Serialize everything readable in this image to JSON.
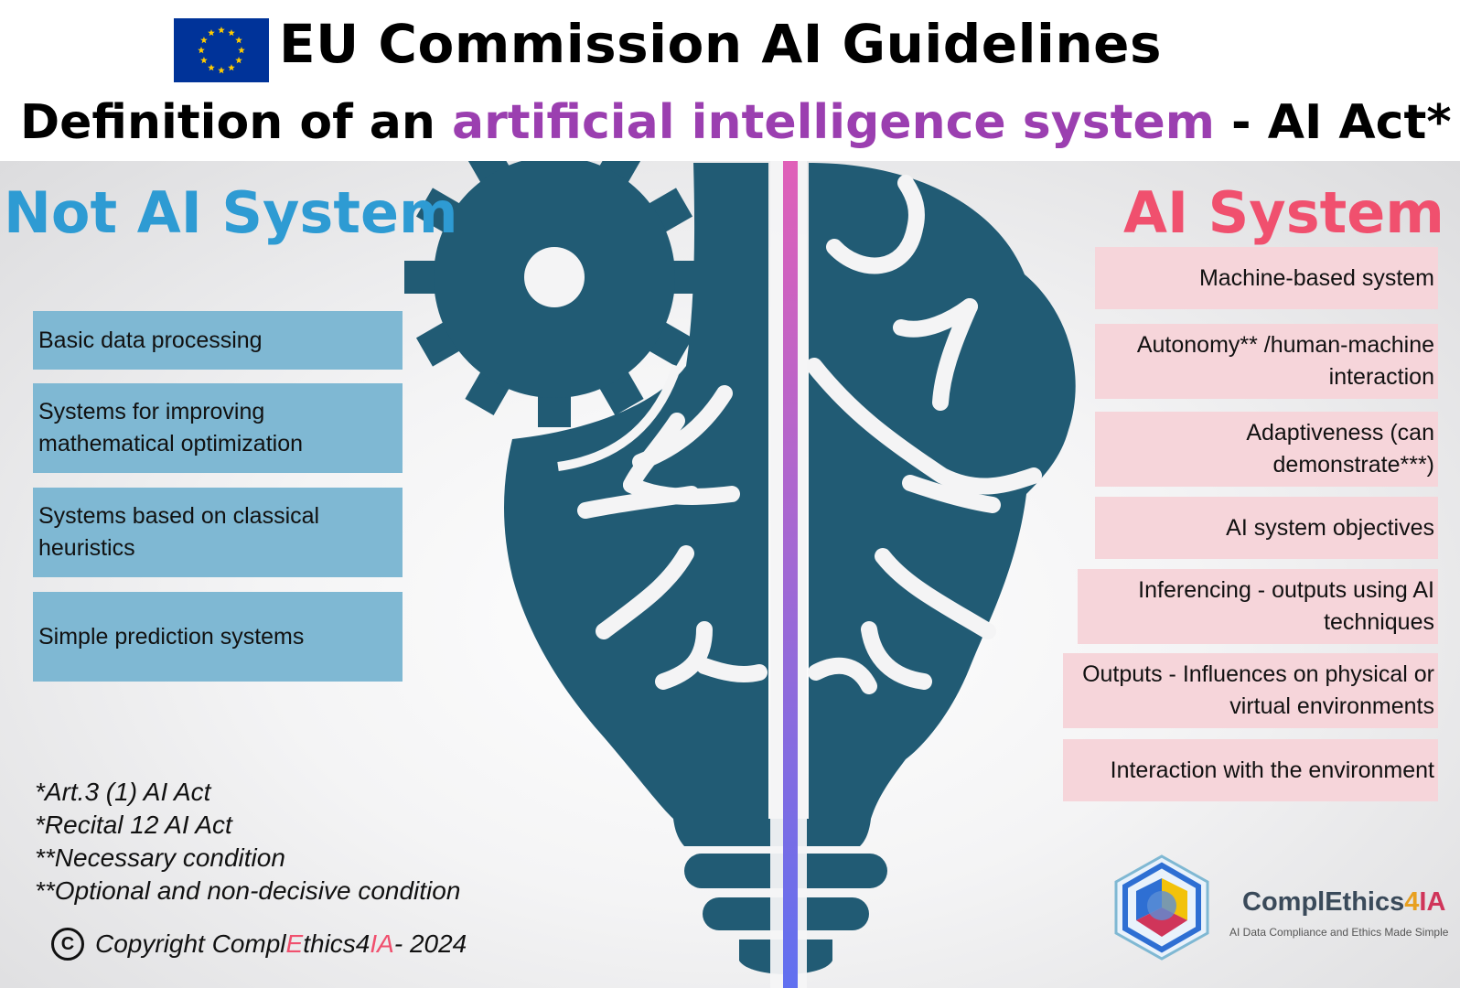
{
  "header": {
    "title": "EU Commission AI Guidelines",
    "subtitle_prefix": "Definition of an ",
    "subtitle_highlight": "artificial intelligence system",
    "subtitle_suffix": " - AI Act*",
    "highlight_color": "#9b3fb0"
  },
  "left": {
    "heading": "Not AI System",
    "heading_color": "#2e9bd3",
    "box_color": "#7fb8d3",
    "items": [
      "Basic data processing",
      "Systems for improving mathematical optimization",
      "Systems based on classical heuristics",
      "Simple prediction systems"
    ]
  },
  "right": {
    "heading": "AI System",
    "heading_color": "#f0506e",
    "box_color": "#f6d5da",
    "items": [
      "Machine-based system",
      "Autonomy** /human-machine interaction",
      "Adaptiveness (can demonstrate***)",
      "AI system objectives",
      "Inferencing - outputs using AI techniques",
      "Outputs - Influences on physical or virtual environments",
      "Interaction with the environment"
    ]
  },
  "notes": [
    "*Art.3 (1) AI Act",
    "*Recital 12 AI Act",
    "**Necessary condition",
    "**Optional and non-decisive condition"
  ],
  "copyright": {
    "symbol": "C",
    "prefix": "Copyright Compl",
    "e": "E",
    "mid": "thics4",
    "ia": "IA",
    "suffix": " - 2024"
  },
  "brand": {
    "part1": "ComplEthics",
    "part2": "4",
    "part3": "IA",
    "tagline": "AI Data Compliance and Ethics Made Simple"
  },
  "colors": {
    "illustration": "#215b74",
    "divider_top": "#e060b8",
    "divider_bottom": "#6070f0"
  },
  "icons": [
    "eu-flag-icon",
    "gear-icon",
    "brain-icon",
    "lightbulb-icon",
    "copyright-icon",
    "complethics-logo-icon"
  ]
}
